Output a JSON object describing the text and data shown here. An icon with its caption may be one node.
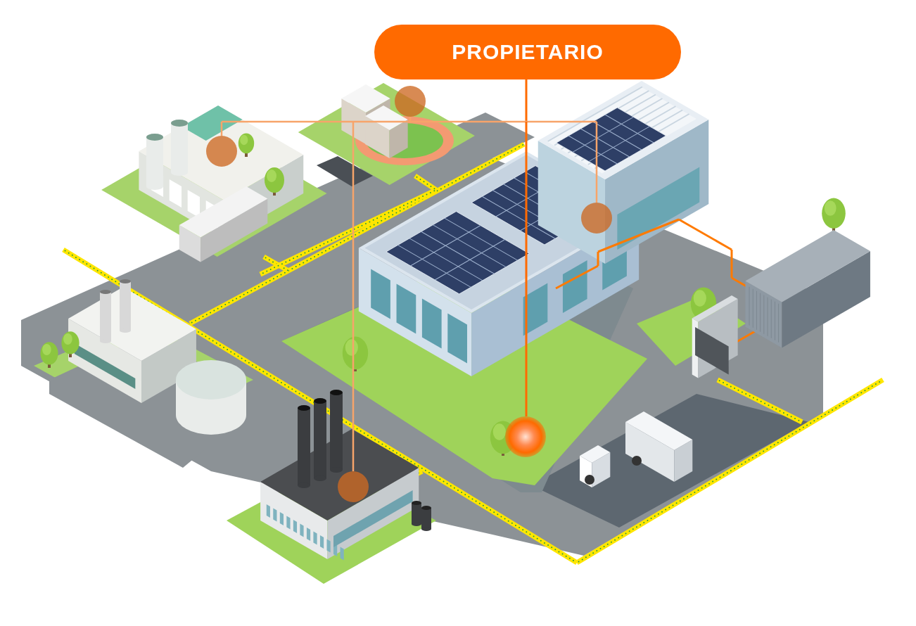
{
  "diagram": {
    "nodes": [
      {
        "text": [
          "PROPIETARIO"
        ]
      },
      {
        "text": [],
        "shape": "circle"
      },
      {
        "text": [],
        "shape": "circle"
      },
      {
        "text": [],
        "shape": "circle"
      },
      {
        "text": [],
        "shape": "circle"
      },
      {
        "text": [],
        "shape": "circle"
      }
    ],
    "edges": [
      {
        "from": 0,
        "to": 1,
        "arrow": "none"
      },
      {
        "from": 0,
        "to": 2,
        "arrow": "none"
      },
      {
        "from": 0,
        "to": 3,
        "arrow": "none"
      },
      {
        "from": 0,
        "to": 4,
        "arrow": "none",
        "color": "#ff6a00"
      },
      {
        "from": 0,
        "to": 5,
        "arrow": "none"
      }
    ]
  }
}
